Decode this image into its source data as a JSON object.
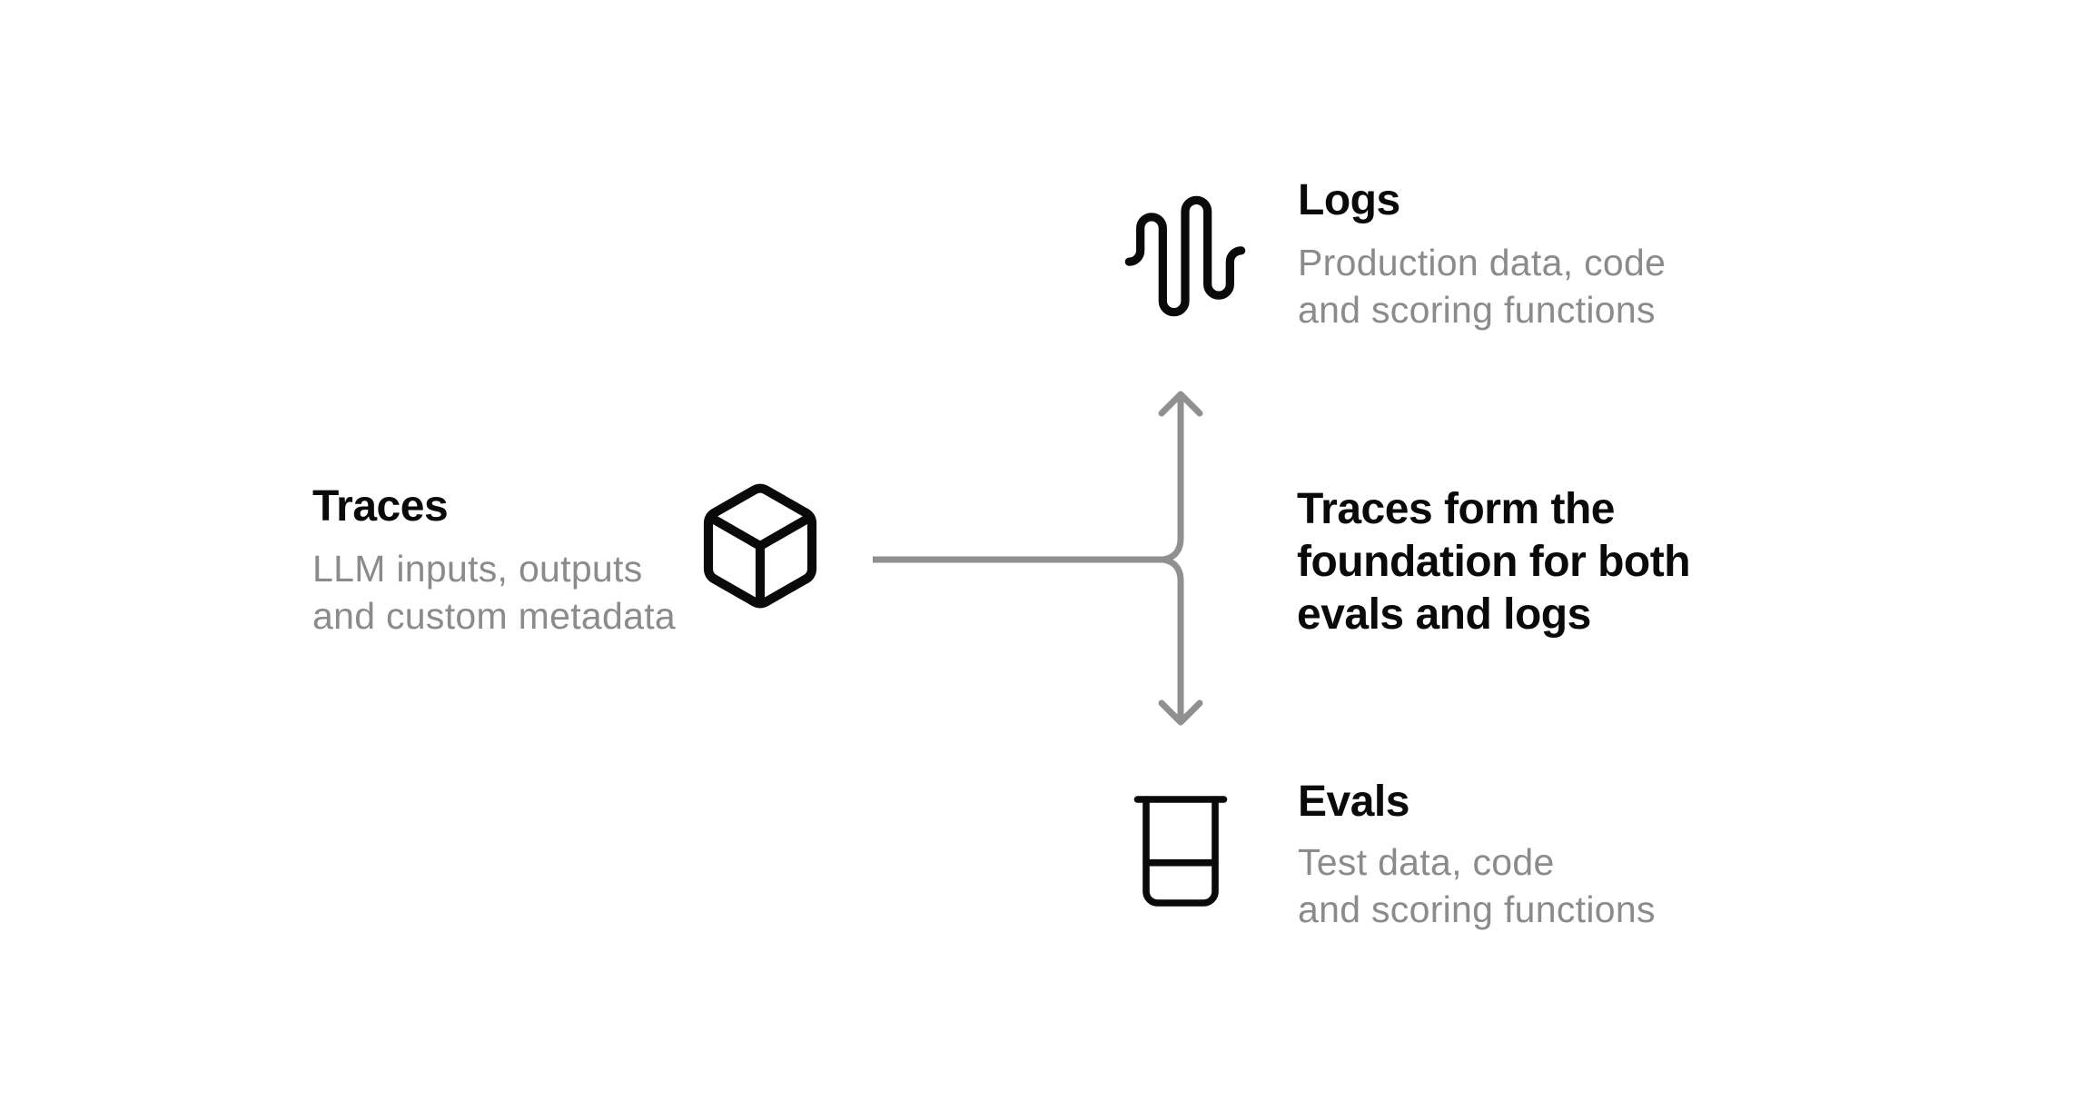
{
  "colors": {
    "background": "#ffffff",
    "heading_text": "#0a0a0a",
    "subtitle_text": "#8b8b8b",
    "icon_stroke": "#0a0a0a",
    "connector": "#909090"
  },
  "traces": {
    "title": "Traces",
    "subtitle_lines": [
      "LLM inputs, outputs",
      "and custom metadata"
    ],
    "icon": "cube-icon"
  },
  "logs": {
    "title": "Logs",
    "subtitle_lines": [
      "Production data, code",
      "and scoring functions"
    ],
    "icon": "audio-waveform-icon"
  },
  "evals": {
    "title": "Evals",
    "subtitle_lines": [
      "Test data, code",
      "and scoring functions"
    ],
    "icon": "beaker-icon"
  },
  "annotation": {
    "lines": [
      "Traces form the",
      "foundation for both",
      "evals and logs"
    ]
  }
}
